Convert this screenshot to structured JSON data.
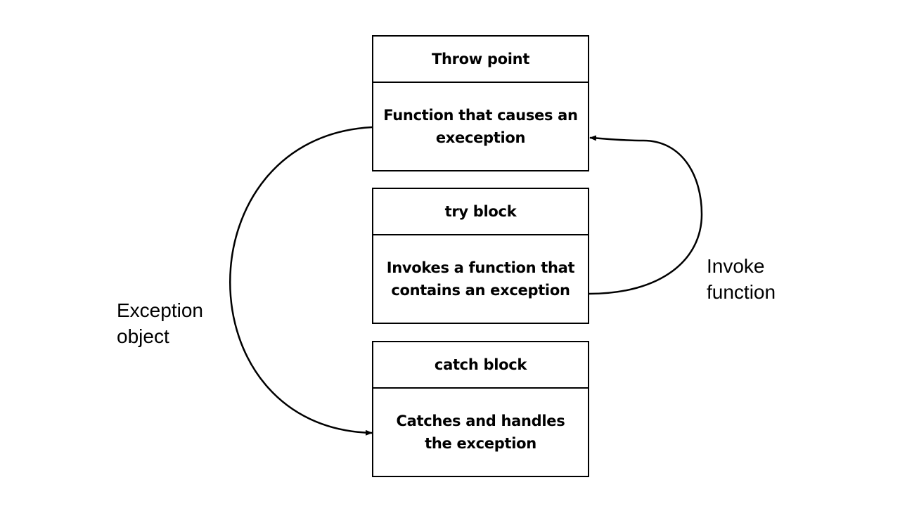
{
  "nodes": [
    {
      "header": "Throw point",
      "body": "Function that causes an exeception"
    },
    {
      "header": "try block",
      "body": "Invokes a function that contains an exception"
    },
    {
      "header": "catch block",
      "body": "Catches and handles the exception"
    }
  ],
  "edges": [
    {
      "label": "Exception\nobject",
      "from": "Throw point",
      "to": "catch block"
    },
    {
      "label": "Invoke\nfunction",
      "from": "try block",
      "to": "Throw point"
    }
  ],
  "colors": {
    "line": "#000000",
    "background": "#ffffff"
  }
}
